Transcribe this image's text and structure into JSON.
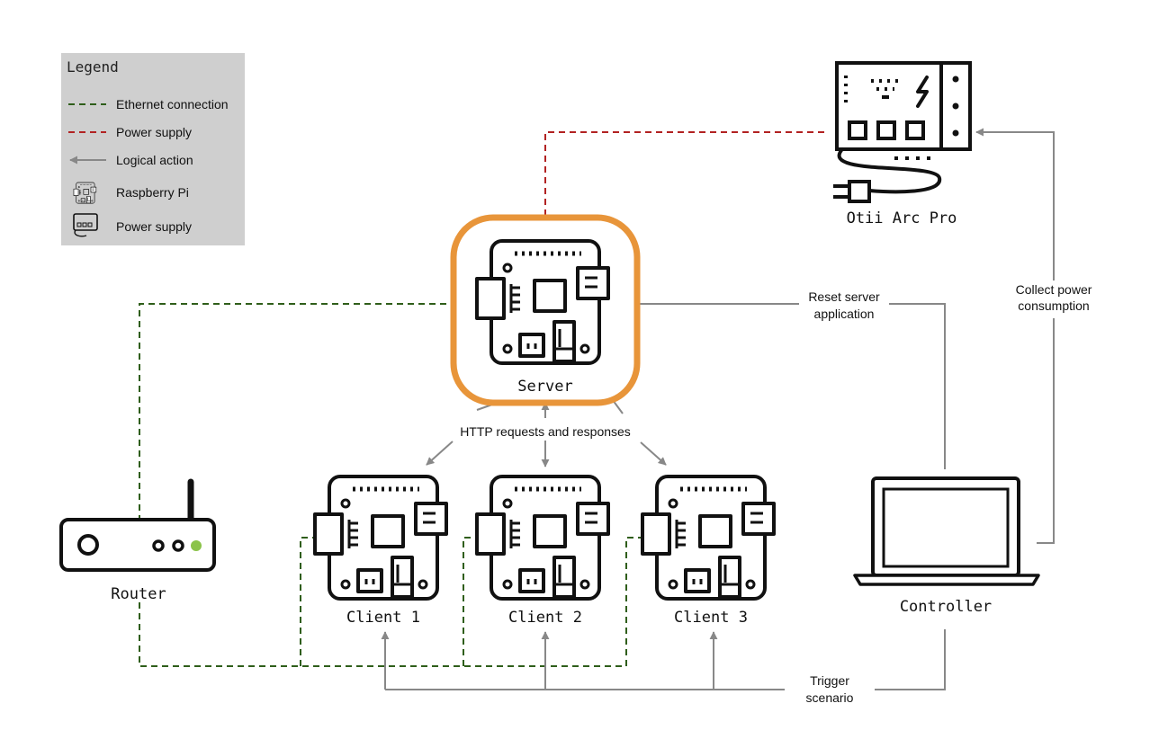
{
  "legend": {
    "title": "Legend",
    "items": [
      {
        "label": "Ethernet connection",
        "symbol": "dashed-green-line",
        "color": "#2f5e1a"
      },
      {
        "label": "Power supply",
        "symbol": "dashed-red-line",
        "color": "#b22222"
      },
      {
        "label": "Logical action",
        "symbol": "grey-arrow",
        "color": "#888888"
      },
      {
        "label": "Raspberry Pi",
        "symbol": "raspberry-pi-icon"
      },
      {
        "label": "Power supply",
        "symbol": "power-supply-icon"
      }
    ]
  },
  "nodes": {
    "server": {
      "label": "Server",
      "highlight_color": "#e8953a"
    },
    "client1": {
      "label": "Client 1"
    },
    "client2": {
      "label": "Client 2"
    },
    "client3": {
      "label": "Client 3"
    },
    "router": {
      "label": "Router",
      "led_color": "#8bc34a"
    },
    "controller": {
      "label": "Controller"
    },
    "otii": {
      "label": "Otii Arc Pro"
    }
  },
  "edges": {
    "http": {
      "label": "HTTP requests and responses"
    },
    "reset": {
      "label_line1": "Reset server",
      "label_line2": "application"
    },
    "collect": {
      "label_line1": "Collect power",
      "label_line2": "consumption"
    },
    "trigger": {
      "label_line1": "Trigger",
      "label_line2": "scenario"
    }
  }
}
